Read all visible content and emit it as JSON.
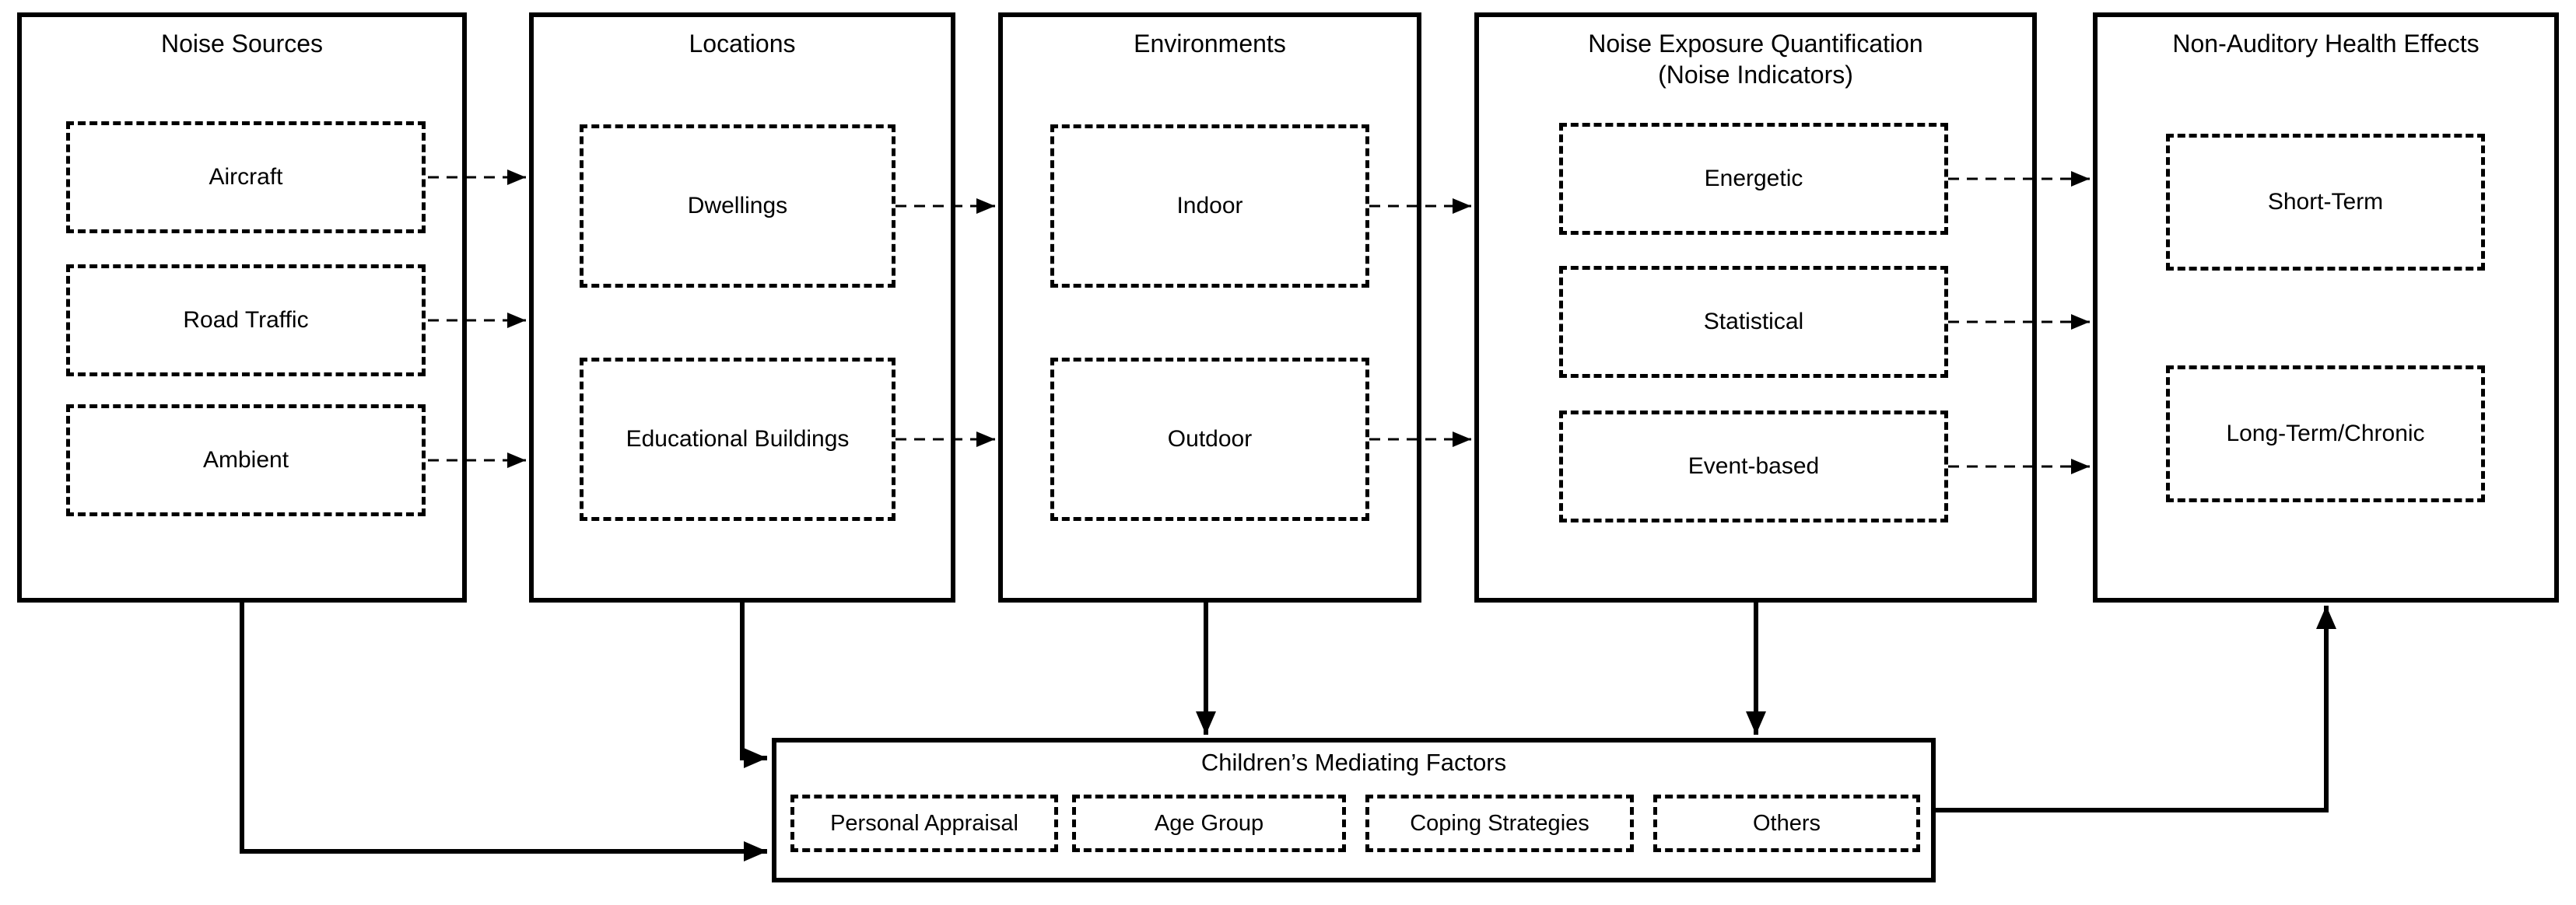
{
  "diagram": {
    "columns": [
      {
        "title": "Noise Sources",
        "items": [
          "Aircraft",
          "Road Traffic",
          "Ambient"
        ]
      },
      {
        "title": "Locations",
        "items": [
          "Dwellings",
          "Educational Buildings"
        ]
      },
      {
        "title": "Environments",
        "items": [
          "Indoor",
          "Outdoor"
        ]
      },
      {
        "title": "Noise Exposure Quantification",
        "subtitle": "(Noise Indicators)",
        "items": [
          "Energetic",
          "Statistical",
          "Event-based"
        ]
      },
      {
        "title": "Non-Auditory Health Effects",
        "items": [
          "Short-Term",
          "Long-Term/Chronic"
        ]
      }
    ],
    "mediators": {
      "title": "Children’s Mediating Factors",
      "items": [
        "Personal Appraisal",
        "Age Group",
        "Coping Strategies",
        "Others"
      ]
    },
    "colors": {
      "line": "#000000",
      "background": "#ffffff"
    }
  }
}
